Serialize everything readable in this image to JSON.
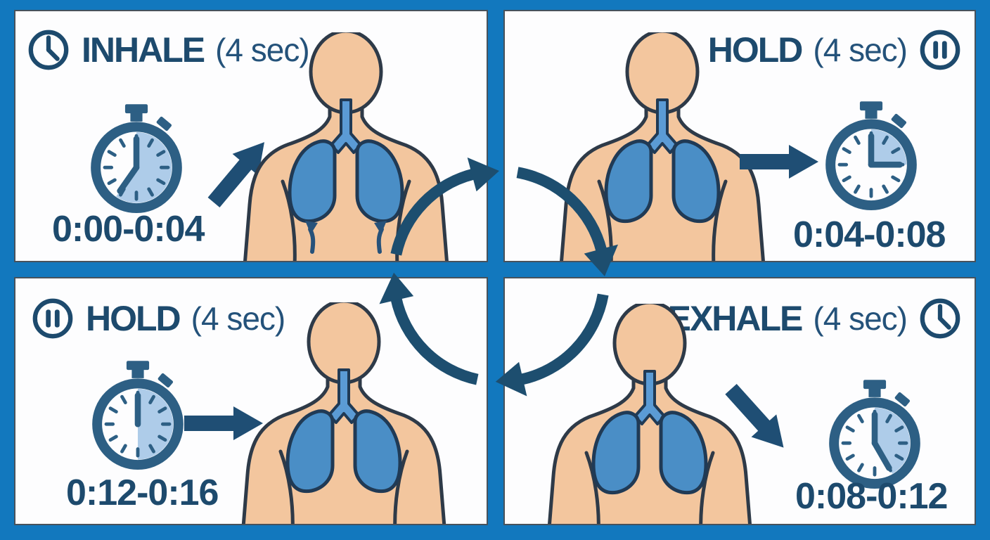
{
  "colors": {
    "frame_blue": "#1278be",
    "text_navy": "#1d4a6d",
    "icon_steel": "#2d5f84",
    "stopwatch_fill": "#aecce9",
    "lung_blue": "#4a8ec6",
    "skin": "#f3c69e",
    "arrow_navy": "#1f4e74"
  },
  "panels": [
    {
      "id": "inhale",
      "label": "INHALE",
      "duration": "(4 sec)",
      "time_range": "0:00-0:04",
      "corner_icon": "clock-icon",
      "arrow_direction": "up-right"
    },
    {
      "id": "hold-after-inhale",
      "label": "HOLD",
      "duration": "(4 sec)",
      "time_range": "0:04-0:08",
      "corner_icon": "pause-icon",
      "arrow_direction": "right"
    },
    {
      "id": "hold-after-exhale",
      "label": "HOLD",
      "duration": "(4 sec)",
      "time_range": "0:12-0:16",
      "corner_icon": "pause-icon",
      "arrow_direction": "right"
    },
    {
      "id": "exhale",
      "label": "EXHALE",
      "duration": "(4 sec)",
      "time_range": "0:08-0:12",
      "corner_icon": "clock-icon",
      "arrow_direction": "down-right"
    }
  ],
  "center": {
    "icon": "cycle-arrows-icon",
    "meaning": "repeating breathing cycle"
  }
}
